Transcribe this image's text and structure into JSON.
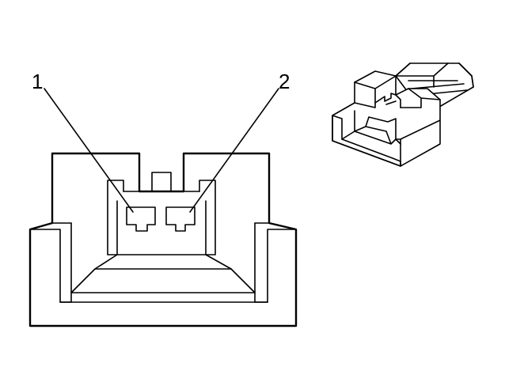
{
  "diagram": {
    "callouts": [
      {
        "id": "1",
        "label": "1"
      },
      {
        "id": "2",
        "label": "2"
      }
    ],
    "line_color": "#000000",
    "background_color": "#ffffff"
  }
}
